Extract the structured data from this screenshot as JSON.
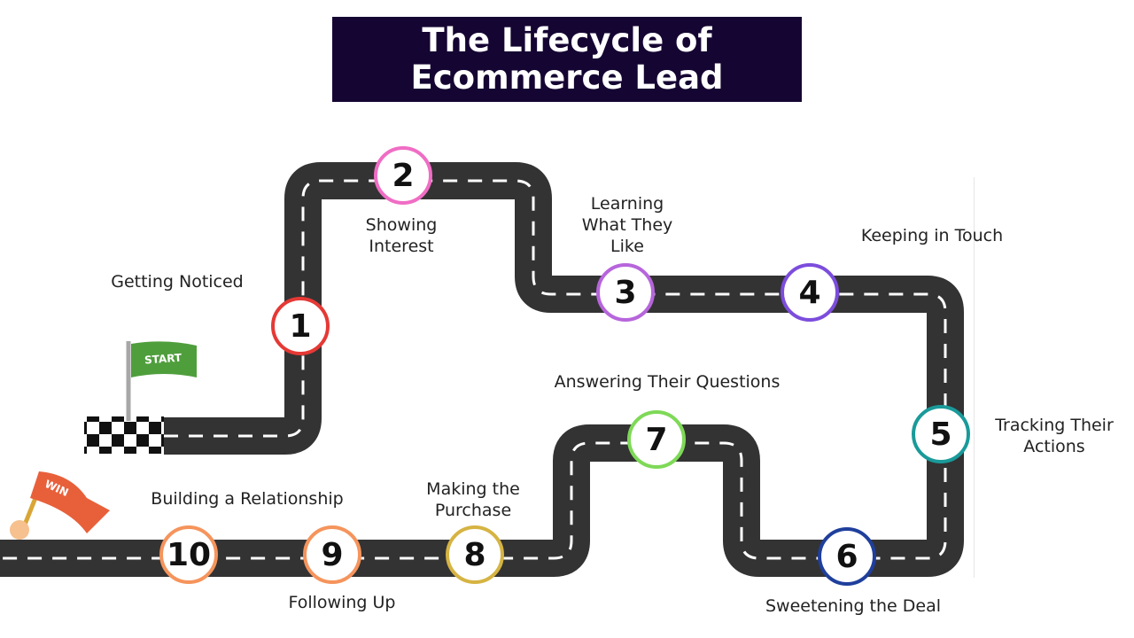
{
  "title": {
    "line1": "The Lifecycle of",
    "line2": "Ecommerce Lead"
  },
  "colors": {
    "title_bg": "#150532",
    "road": "#333333",
    "road_dash": "#ffffff"
  },
  "flags": {
    "start": "START",
    "win": "WIN"
  },
  "steps": [
    {
      "number": "1",
      "line1": "Getting Noticed",
      "line2": "",
      "line3": "",
      "color": "#e53935"
    },
    {
      "number": "2",
      "line1": "Showing",
      "line2": "Interest",
      "line3": "",
      "color": "#f06dc4"
    },
    {
      "number": "3",
      "line1": "Learning",
      "line2": "What They",
      "line3": "Like",
      "color": "#b765dc"
    },
    {
      "number": "4",
      "line1": "Keeping in Touch",
      "line2": "",
      "line3": "",
      "color": "#7c4ddc"
    },
    {
      "number": "5",
      "line1": "Tracking Their",
      "line2": "Actions",
      "line3": "",
      "color": "#1a9a9a"
    },
    {
      "number": "6",
      "line1": "Sweetening the Deal",
      "line2": "",
      "line3": "",
      "color": "#1f3f9c"
    },
    {
      "number": "7",
      "line1": "Answering Their Questions",
      "line2": "",
      "line3": "",
      "color": "#7ed957"
    },
    {
      "number": "8",
      "line1": "Making the",
      "line2": "Purchase",
      "line3": "",
      "color": "#d6b443"
    },
    {
      "number": "9",
      "line1": "Following Up",
      "line2": "",
      "line3": "",
      "color": "#f5945c"
    },
    {
      "number": "10",
      "line1": "Building a Relationship",
      "line2": "",
      "line3": "",
      "color": "#f5945c"
    }
  ]
}
